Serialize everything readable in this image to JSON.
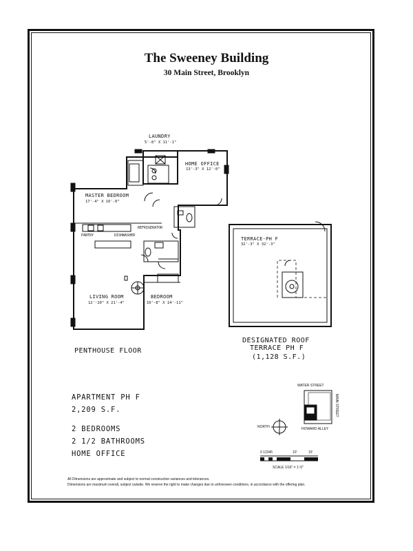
{
  "header": {
    "title": "The Sweeney Building",
    "subtitle": "30 Main Street, Brooklyn"
  },
  "rooms": {
    "laundry": {
      "name": "LAUNDRY",
      "dim": "5'-8\" X 11'-1\""
    },
    "home_office": {
      "name": "HOME OFFICE",
      "dim": "13'-3\" X 12'-0\""
    },
    "master_bedroom": {
      "name": "MASTER BEDROOM",
      "dim": "17'-4\" X 16'-0\""
    },
    "pantry": {
      "name": "PANTRY"
    },
    "dishwasher": {
      "name": "DISHWASHER"
    },
    "refrigerator": {
      "name": "REFRIGERATOR"
    },
    "living_room": {
      "name": "LIVING ROOM",
      "dim": "12'-10\" X 21'-4\""
    },
    "bedroom": {
      "name": "BEDROOM",
      "dim": "10'-8\" X 14'-11\""
    },
    "terrace": {
      "name": "TERRACE-PH F",
      "dim": "32'-3\" X 32'-3\""
    }
  },
  "captions": {
    "penthouse_floor": "PENTHOUSE FLOOR",
    "roof_line1": "DESIGNATED ROOF",
    "roof_line2": "TERRACE PH F",
    "roof_area": "(1,128 S.F.)"
  },
  "apartment": {
    "name": "APARTMENT PH F",
    "area": "2,209 S.F.",
    "bedrooms": "2 BEDROOMS",
    "bathrooms": "2 1/2 BATHROOMS",
    "office": "HOME OFFICE"
  },
  "key_plan": {
    "water_street": "WATER STREET",
    "main_street": "MAIN STREET",
    "howard_alley": "HOWARD ALLEY",
    "north": "NORTH"
  },
  "scale": {
    "ticks": "0 12345",
    "ten": "10'",
    "fifteen": "15'",
    "label": "SCALE 1/16\" = 1'-0\""
  },
  "disclaimer": {
    "line1": "All Dimensions are approximate and subject to normal construction variances and tolerances.",
    "line2": "Dimensions are maximum overall, subject outside.  We reserve the right to make changes due to unforeseen conditions, in accordance with the offering plan."
  }
}
